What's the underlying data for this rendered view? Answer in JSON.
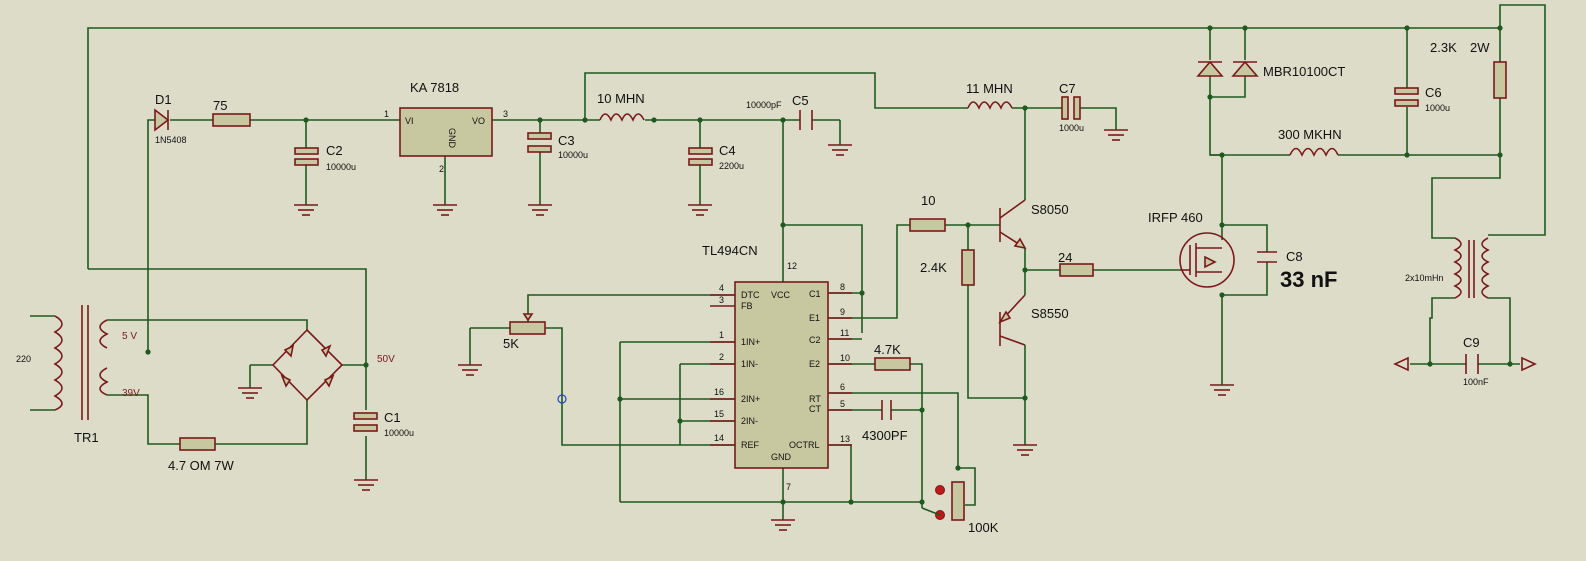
{
  "labels": {
    "d1": "D1",
    "d1_part": "1N5408",
    "r75": "75",
    "c2": "C2",
    "c2_val": "10000u",
    "reg": "KA 7818",
    "reg_vi": "VI",
    "reg_vo": "VO",
    "reg_gnd": "GND",
    "reg_p1": "1",
    "reg_p2": "2",
    "reg_p3": "3",
    "c3": "C3",
    "c3_val": "10000u",
    "l10": "10 MHN",
    "c4": "C4",
    "c4_val": "2200u",
    "c5_val": "10000pF",
    "c5": "C5",
    "l11": "11 MHN",
    "c7": "C7",
    "c7_val": "1000u",
    "mbr": "MBR10100CT",
    "c6": "C6",
    "c6_val": "1000u",
    "r23k": "2.3K",
    "r2w": "2W",
    "l300": "300 MKHN",
    "tl494": "TL494CN",
    "r10": "10",
    "s8050": "S8050",
    "r24k": "2.4K",
    "r24": "24",
    "s8550": "S8550",
    "irfp": "IRFP 460",
    "c8": "C8",
    "c8_val": "33 nF",
    "r5k": "5K",
    "r47k": "4.7K",
    "c4300": "4300PF",
    "r100k": "100K",
    "tr2": "2x10mHn",
    "c9": "C9",
    "c9_val": "100nF",
    "tr1": "TR1",
    "v220": "220",
    "v5": "5 V",
    "v39": "39V",
    "v50": "50V",
    "c1": "C1",
    "c1_val": "10000u",
    "r47om": "4.7 OM  7W"
  },
  "ic_pins": {
    "left": [
      {
        "num": "4",
        "name": "DTC"
      },
      {
        "num": "3",
        "name": "FB"
      },
      {
        "num": "1",
        "name": "1IN+"
      },
      {
        "num": "2",
        "name": "1IN-"
      },
      {
        "num": "16",
        "name": "2IN+"
      },
      {
        "num": "15",
        "name": "2IN-"
      },
      {
        "num": "14",
        "name": "REF"
      }
    ],
    "right": [
      {
        "num": "8",
        "name": "C1"
      },
      {
        "num": "9",
        "name": "E1"
      },
      {
        "num": "11",
        "name": "C2"
      },
      {
        "num": "10",
        "name": "E2"
      },
      {
        "num": "6",
        "name": "RT"
      },
      {
        "num": "5",
        "name": "CT"
      },
      {
        "num": "13",
        "name": "OCTRL"
      }
    ],
    "top": {
      "num": "12",
      "name": "VCC"
    },
    "bottom": {
      "num": "7",
      "name": "GND"
    }
  }
}
